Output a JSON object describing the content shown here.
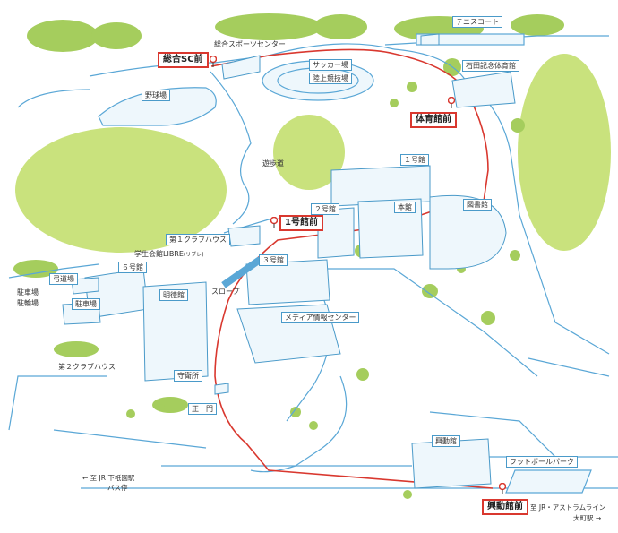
{
  "colors": {
    "road": "#5aa7d6",
    "bus_route": "#d9382f",
    "green": "#c4e07a",
    "tree": "#9cc85a",
    "building_fill": "#eef7fc",
    "building_line": "#4a9ac9"
  },
  "bus_stops": {
    "sogo_sc": "総合SC前",
    "taiikukan": "体育館前",
    "ichigokan": "1号館前",
    "kodokan": "興動館前"
  },
  "places": {
    "tennis": "テニスコート",
    "sogo_sports": "総合スポーツセンター",
    "soccer": "サッカー場",
    "track": "陸上競技場",
    "ishida_gym": "石田記念体育館",
    "baseball": "野球場",
    "promenade": "遊歩道",
    "bldg1": "１号館",
    "bldg2": "２号館",
    "honkan": "本館",
    "library": "図書館",
    "club1": "第１クラブハウス",
    "libre": "学生会館LIBRE",
    "libre_ruby": "(リブレ)",
    "bldg6": "６号館",
    "bldg3": "３号館",
    "archery": "弓道場",
    "parking_lot": "駐車場",
    "bike_parking": "駐輪場",
    "parking2": "駐車場",
    "meitokukan": "明徳館",
    "slope": "スロープ",
    "media_center": "メディア情報センター",
    "club2": "第２クラブハウス",
    "guard": "守衛所",
    "main_gate": "正　門",
    "kodokan_bldg": "興動館",
    "football_park": "フットボールパーク"
  },
  "directions": {
    "shimogion_line1": "← 至 JR 下祇園駅",
    "shimogion_line2": "バス停",
    "omachi_line1": "至 JR・アストラムライン",
    "omachi_line2": "大町駅 →"
  }
}
